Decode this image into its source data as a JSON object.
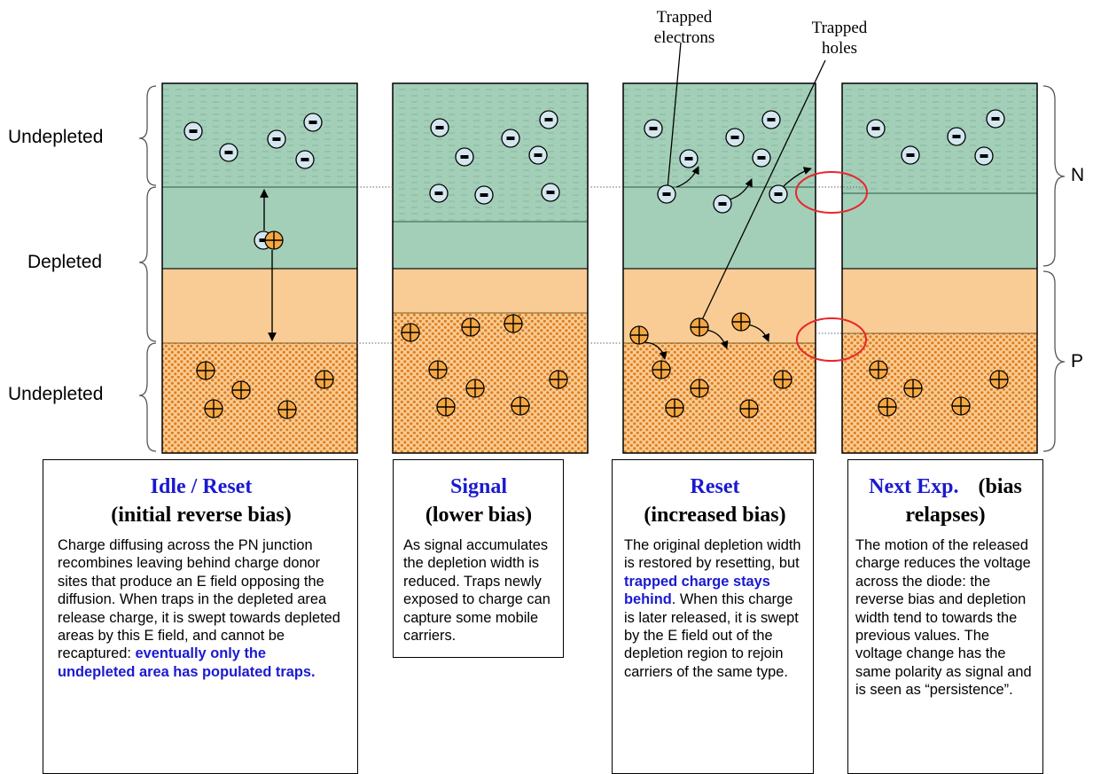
{
  "labels": {
    "left_top": "Undepleted",
    "left_mid": "Depleted",
    "left_bottom": "Undepleted",
    "right_n": "N",
    "right_p": "P",
    "trapped_electrons": [
      "Trapped",
      "electrons"
    ],
    "trapped_holes": [
      "Trapped",
      "holes"
    ]
  },
  "colors": {
    "n_region": "#a3cfb8",
    "p_region": "#f8cc94",
    "p_dots": "#e07d1e",
    "hole_fill": "#f5a742",
    "electron_fill": "#d4e7ef",
    "highlight": "#e8262b",
    "title_blue": "#1a1ad0"
  },
  "panels": [
    {
      "title": "Idle / Reset",
      "subtitle": "(initial reverse bias)",
      "body": "Charge diffusing across the PN junction recombines leaving behind charge donor sites that produce an E field opposing the diffusion. When traps in the depleted area release charge, it is swept towards depleted areas by this E field, and cannot be recaptured: ",
      "emphasis": "eventually only the undepleted area has populated traps.",
      "tail": ""
    },
    {
      "title": "Signal",
      "subtitle": "(lower bias)",
      "body": "As signal accumulates the depletion width is reduced. Traps newly exposed to charge can capture some mobile carriers.",
      "emphasis": "",
      "tail": ""
    },
    {
      "title": "Reset",
      "subtitle": "(increased bias)",
      "body": "The original depletion width is restored by resetting, but ",
      "emphasis": "trapped charge stays behind",
      "tail": ". When this charge is later released, it is swept by the E field out of the depletion region to rejoin carriers of the same type."
    },
    {
      "title": "Next Exp.",
      "subtitle_inline": "(bias",
      "subtitle": "relapses)",
      "body": "The motion of the released charge reduces the voltage across the diode: the reverse bias and depletion width tend to towards the previous values.  The voltage change has the same polarity as signal  and is seen as “persistence”.",
      "emphasis": "",
      "tail": ""
    }
  ]
}
